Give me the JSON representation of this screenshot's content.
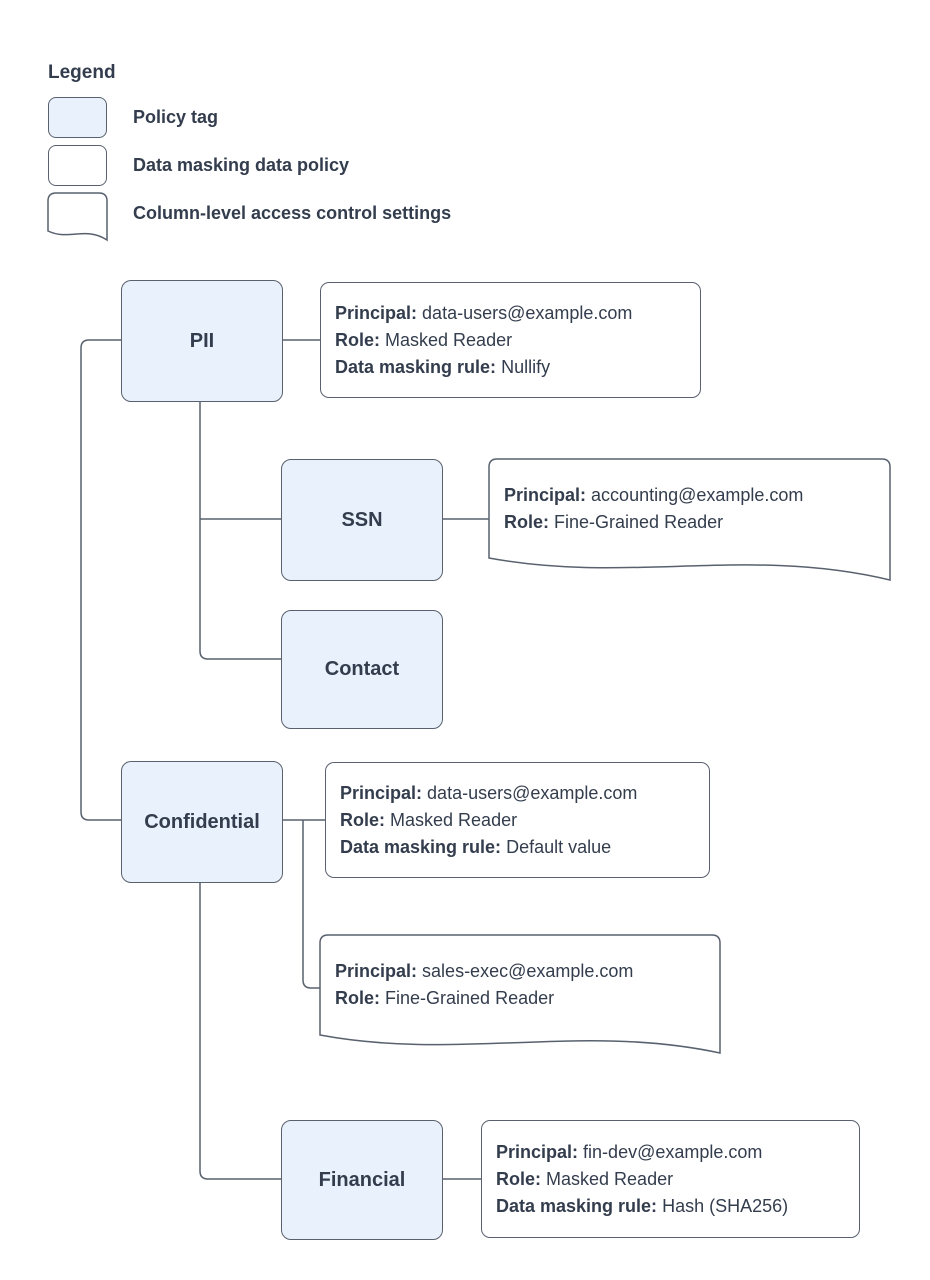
{
  "legend": {
    "title": "Legend",
    "items": [
      {
        "shape": "rounded-rect-blue",
        "label": "Policy tag"
      },
      {
        "shape": "rounded-rect-white",
        "label": "Data masking data policy"
      },
      {
        "shape": "document",
        "label": "Column-level access control settings"
      }
    ]
  },
  "nodes": {
    "pii": {
      "label": "PII"
    },
    "ssn": {
      "label": "SSN"
    },
    "contact": {
      "label": "Contact"
    },
    "confidential": {
      "label": "Confidential"
    },
    "financial": {
      "label": "Financial"
    }
  },
  "policies": {
    "pii_masking": {
      "shape": "rounded-rect-white",
      "fields": [
        {
          "label": "Principal:",
          "value": "data-users@example.com"
        },
        {
          "label": "Role:",
          "value": "Masked Reader"
        },
        {
          "label": "Data masking rule:",
          "value": "Nullify"
        }
      ]
    },
    "ssn_access": {
      "shape": "document",
      "fields": [
        {
          "label": "Principal:",
          "value": "accounting@example.com"
        },
        {
          "label": "Role:",
          "value": "Fine-Grained Reader"
        }
      ]
    },
    "confidential_masking": {
      "shape": "rounded-rect-white",
      "fields": [
        {
          "label": "Principal:",
          "value": "data-users@example.com"
        },
        {
          "label": "Role:",
          "value": "Masked Reader"
        },
        {
          "label": "Data masking rule:",
          "value": "Default value"
        }
      ]
    },
    "confidential_access": {
      "shape": "document",
      "fields": [
        {
          "label": "Principal:",
          "value": "sales-exec@example.com"
        },
        {
          "label": "Role:",
          "value": "Fine-Grained Reader"
        }
      ]
    },
    "financial_masking": {
      "shape": "rounded-rect-white",
      "fields": [
        {
          "label": "Principal:",
          "value": "fin-dev@example.com"
        },
        {
          "label": "Role:",
          "value": "Masked Reader"
        },
        {
          "label": "Data masking rule:",
          "value": "Hash (SHA256)"
        }
      ]
    }
  },
  "colors": {
    "policy_tag_fill": "#e9f1fc",
    "shape_outline": "#59616e",
    "text": "#333d4d",
    "background": "#ffffff"
  }
}
